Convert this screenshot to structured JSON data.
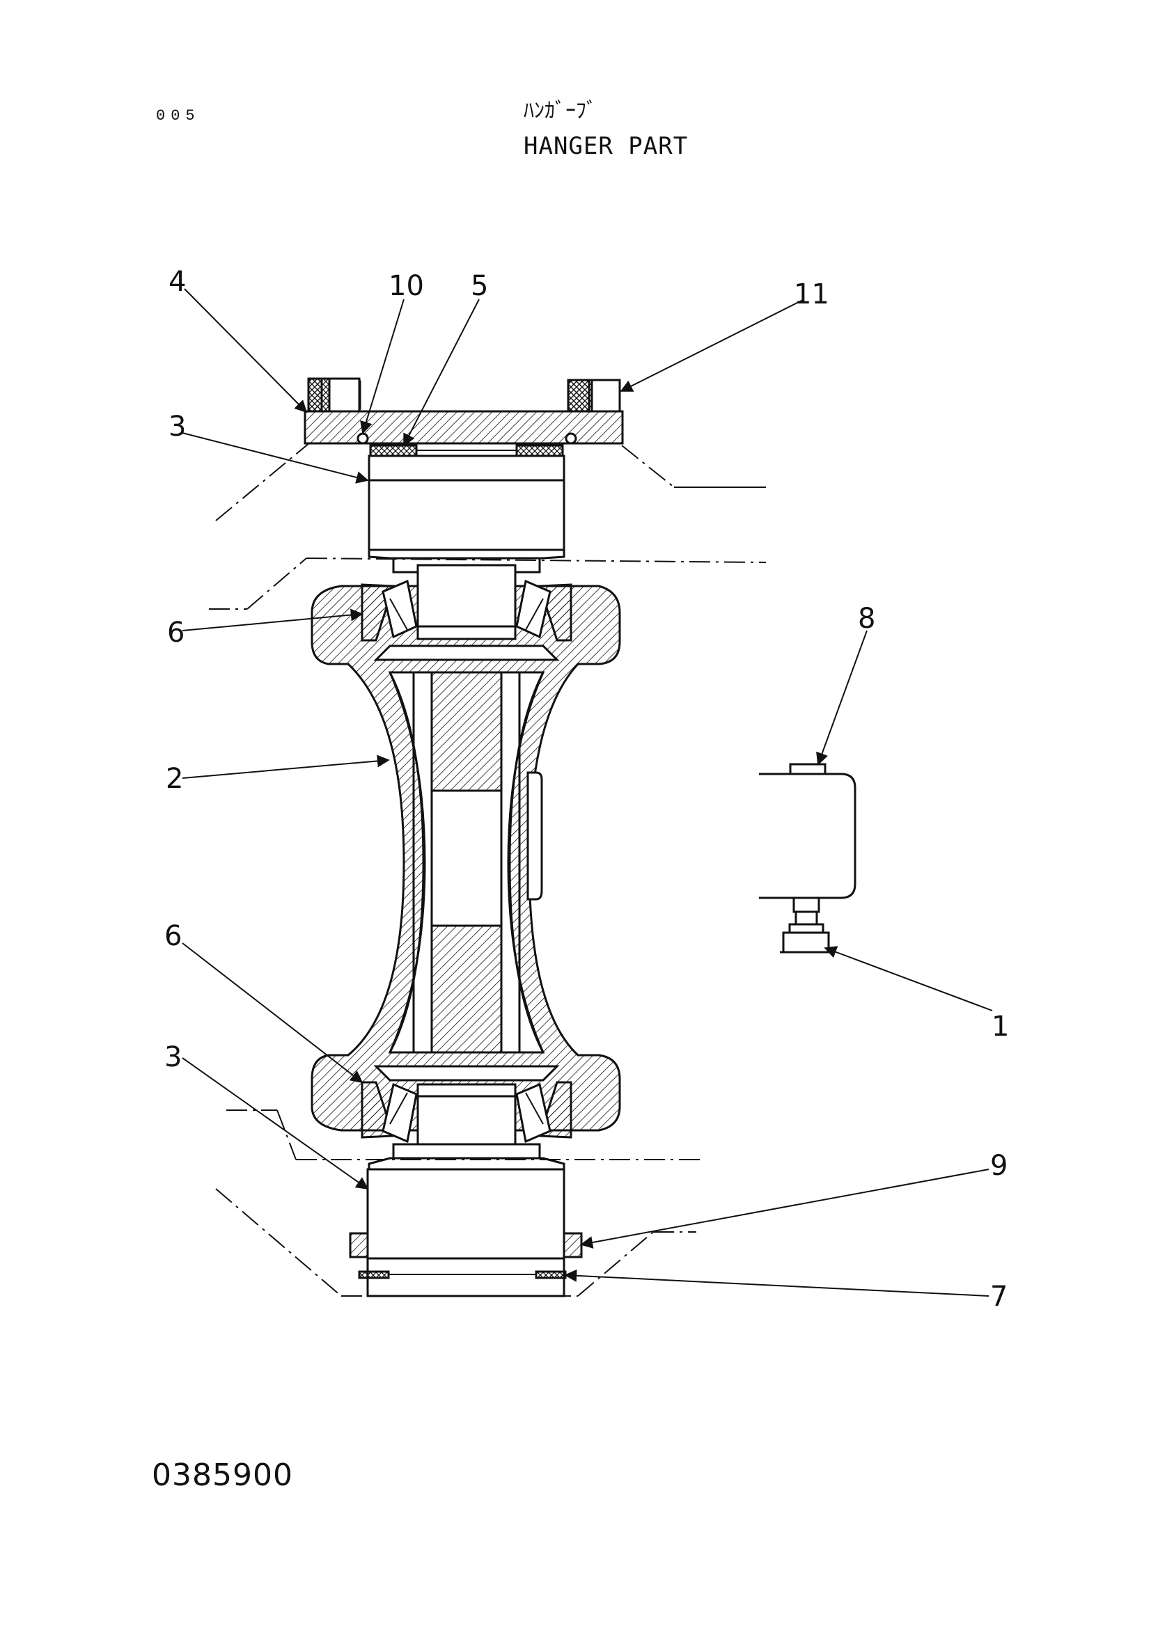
{
  "header": {
    "page_number": "005",
    "title_jp": "ﾊﾝｶﾞｰﾌﾞ",
    "title_en": "HANGER PART"
  },
  "footer": {
    "drawing_code": "0385900"
  },
  "callouts": {
    "c1": "1",
    "c2": "2",
    "c3_top": "3",
    "c3_bottom": "3",
    "c4": "4",
    "c5": "5",
    "c6_top": "6",
    "c6_bottom": "6",
    "c7": "7",
    "c8": "8",
    "c9": "9",
    "c10": "10",
    "c11": "11"
  }
}
